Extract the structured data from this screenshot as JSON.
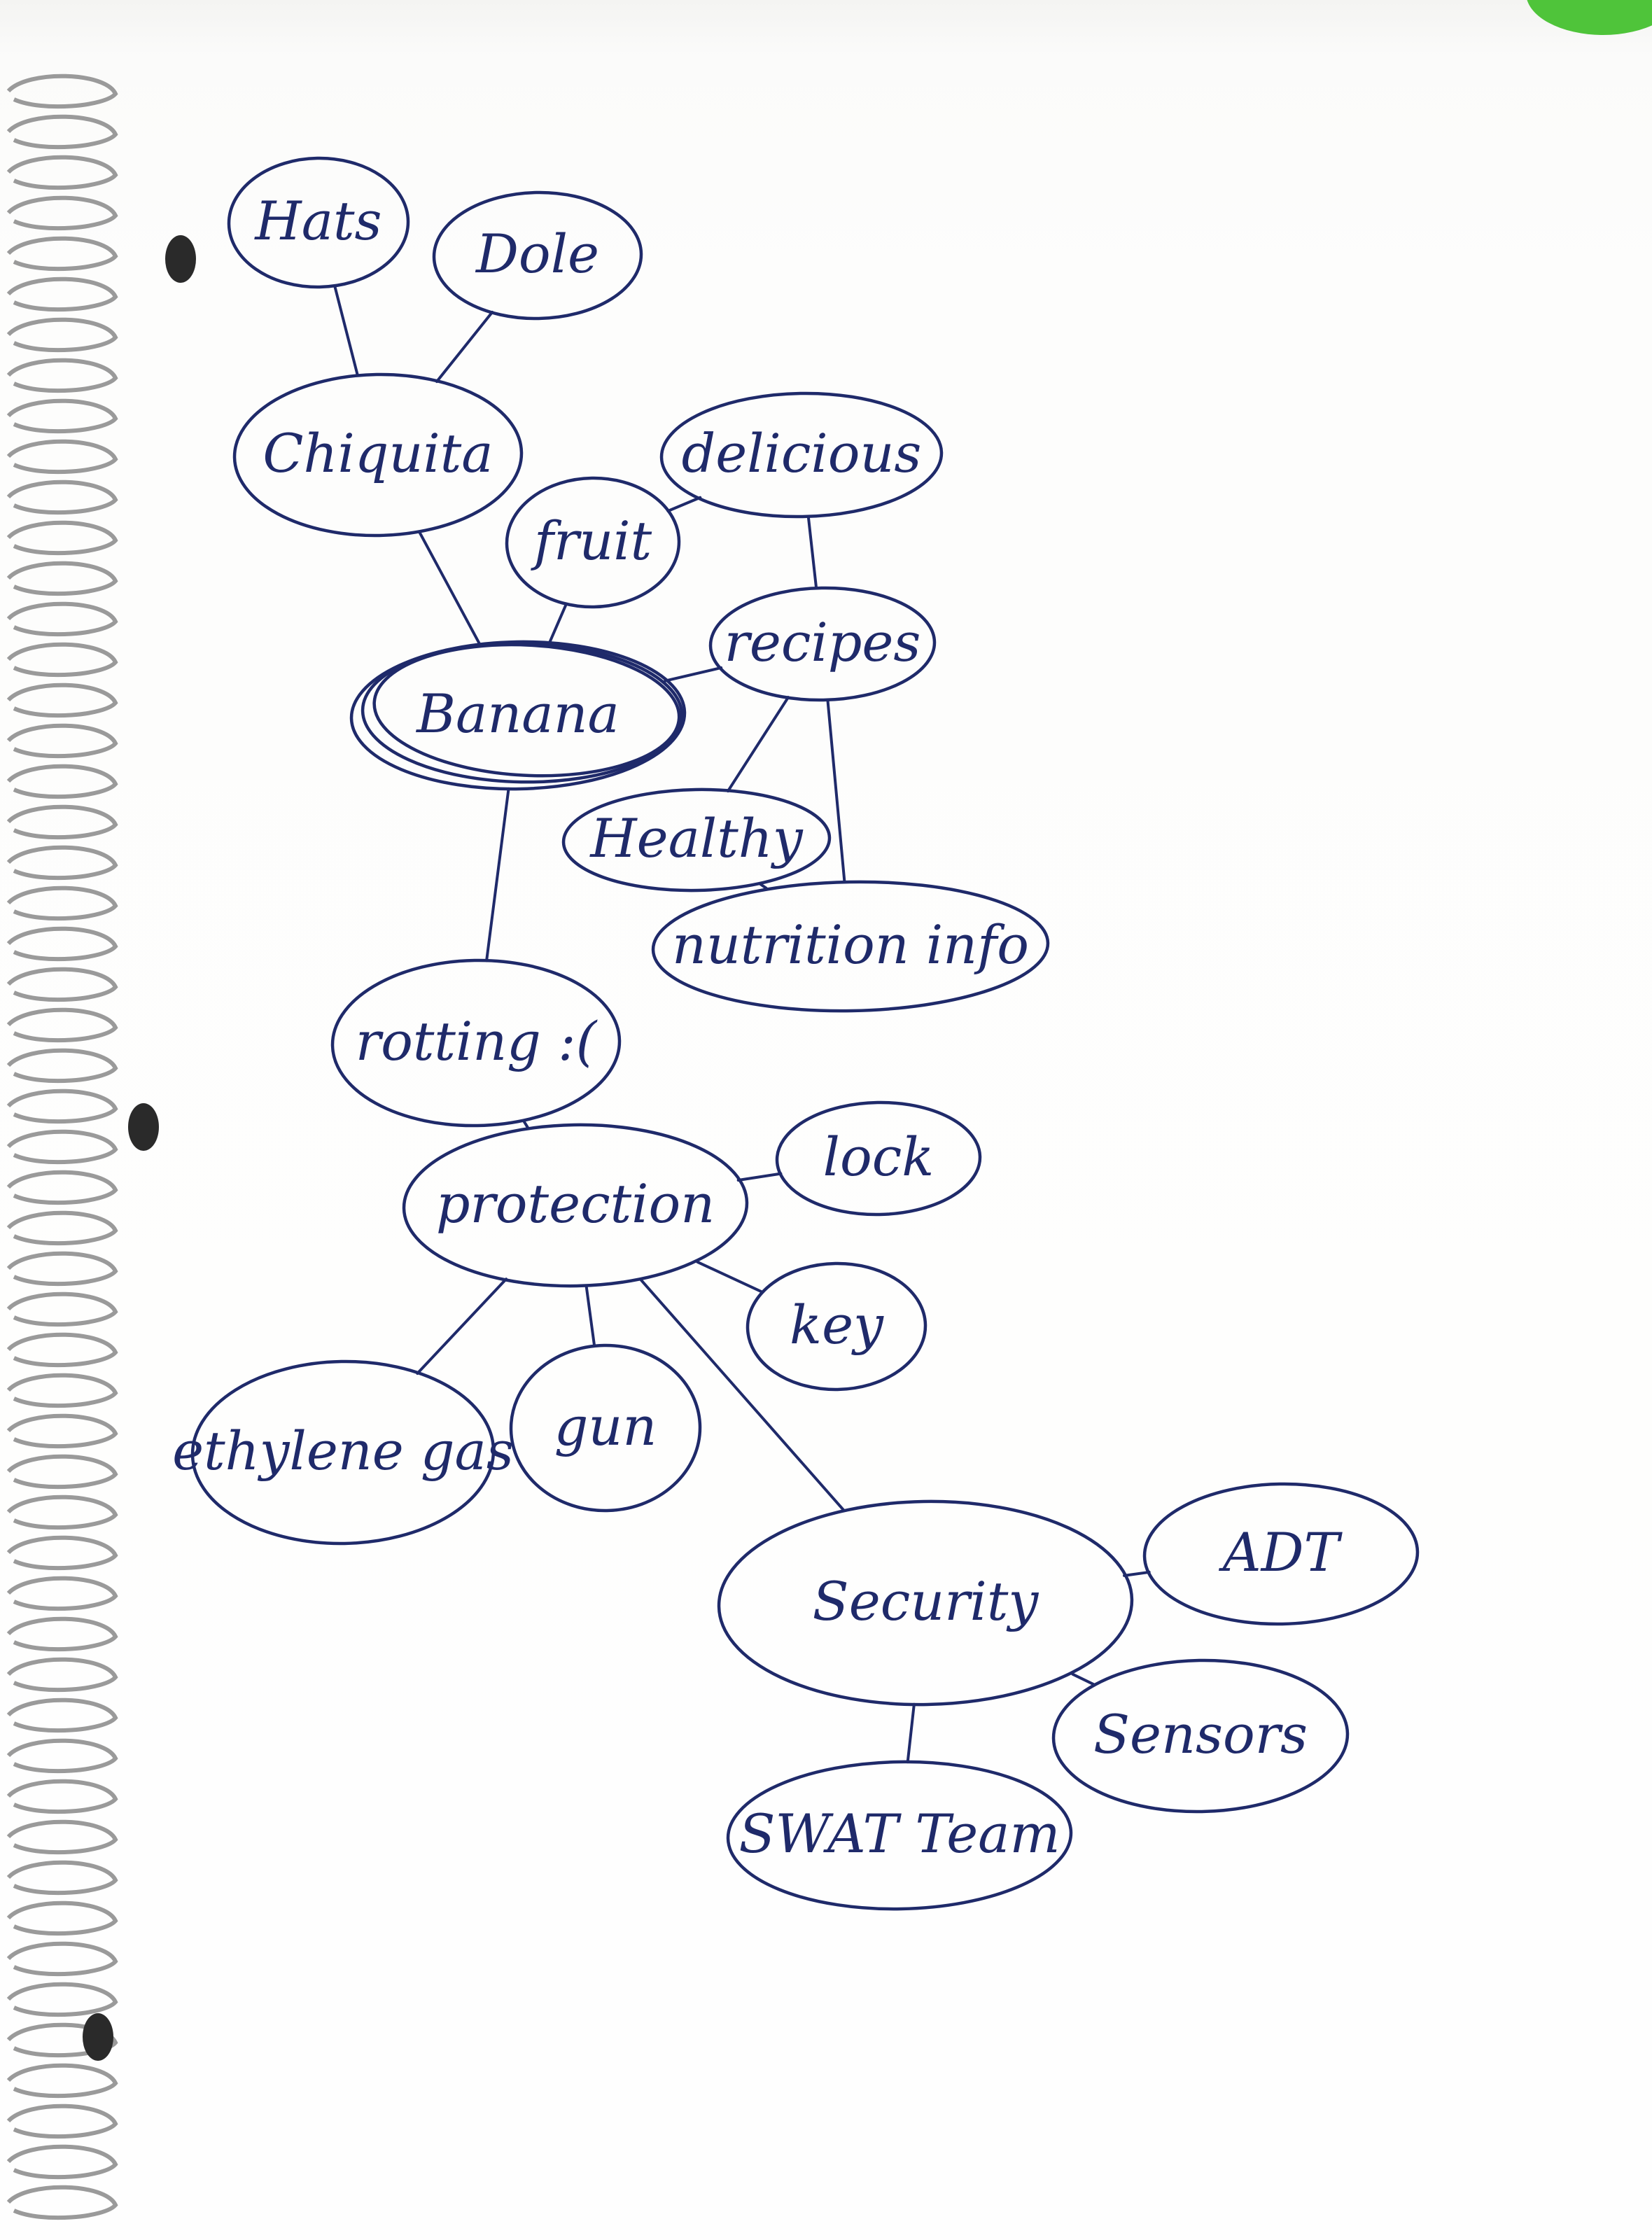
{
  "diagram": {
    "type": "mind-map",
    "colors": {
      "ink": "#1f2a6a",
      "paper": "#fdfdfc",
      "coil": "#9a9a9a",
      "corner_object": "#4fc43a"
    },
    "nodes": [
      {
        "id": "hats",
        "label": "Hats"
      },
      {
        "id": "dole",
        "label": "Dole"
      },
      {
        "id": "chiquita",
        "label": "Chiquita"
      },
      {
        "id": "delicious",
        "label": "delicious"
      },
      {
        "id": "fruit",
        "label": "fruit"
      },
      {
        "id": "recipes",
        "label": "recipes"
      },
      {
        "id": "banana",
        "label": "Banana",
        "central": true
      },
      {
        "id": "healthy",
        "label": "Healthy"
      },
      {
        "id": "nutrition",
        "label": "nutrition info"
      },
      {
        "id": "rotting",
        "label": "rotting :("
      },
      {
        "id": "protection",
        "label": "protection"
      },
      {
        "id": "lock",
        "label": "lock"
      },
      {
        "id": "key",
        "label": "key"
      },
      {
        "id": "ethylene",
        "label": "ethylene gas"
      },
      {
        "id": "gun",
        "label": "gun"
      },
      {
        "id": "security",
        "label": "Security"
      },
      {
        "id": "adt",
        "label": "ADT"
      },
      {
        "id": "sensors",
        "label": "Sensors"
      },
      {
        "id": "swat",
        "label": "SWAT Team"
      }
    ],
    "edges": [
      [
        "hats",
        "chiquita"
      ],
      [
        "dole",
        "chiquita"
      ],
      [
        "chiquita",
        "banana"
      ],
      [
        "fruit",
        "banana"
      ],
      [
        "fruit",
        "delicious"
      ],
      [
        "delicious",
        "recipes"
      ],
      [
        "banana",
        "recipes"
      ],
      [
        "recipes",
        "healthy"
      ],
      [
        "recipes",
        "nutrition"
      ],
      [
        "healthy",
        "nutrition"
      ],
      [
        "banana",
        "rotting"
      ],
      [
        "rotting",
        "protection"
      ],
      [
        "protection",
        "lock"
      ],
      [
        "protection",
        "key"
      ],
      [
        "protection",
        "ethylene"
      ],
      [
        "protection",
        "gun"
      ],
      [
        "protection",
        "security"
      ],
      [
        "security",
        "adt"
      ],
      [
        "security",
        "sensors"
      ],
      [
        "security",
        "swat"
      ]
    ]
  }
}
